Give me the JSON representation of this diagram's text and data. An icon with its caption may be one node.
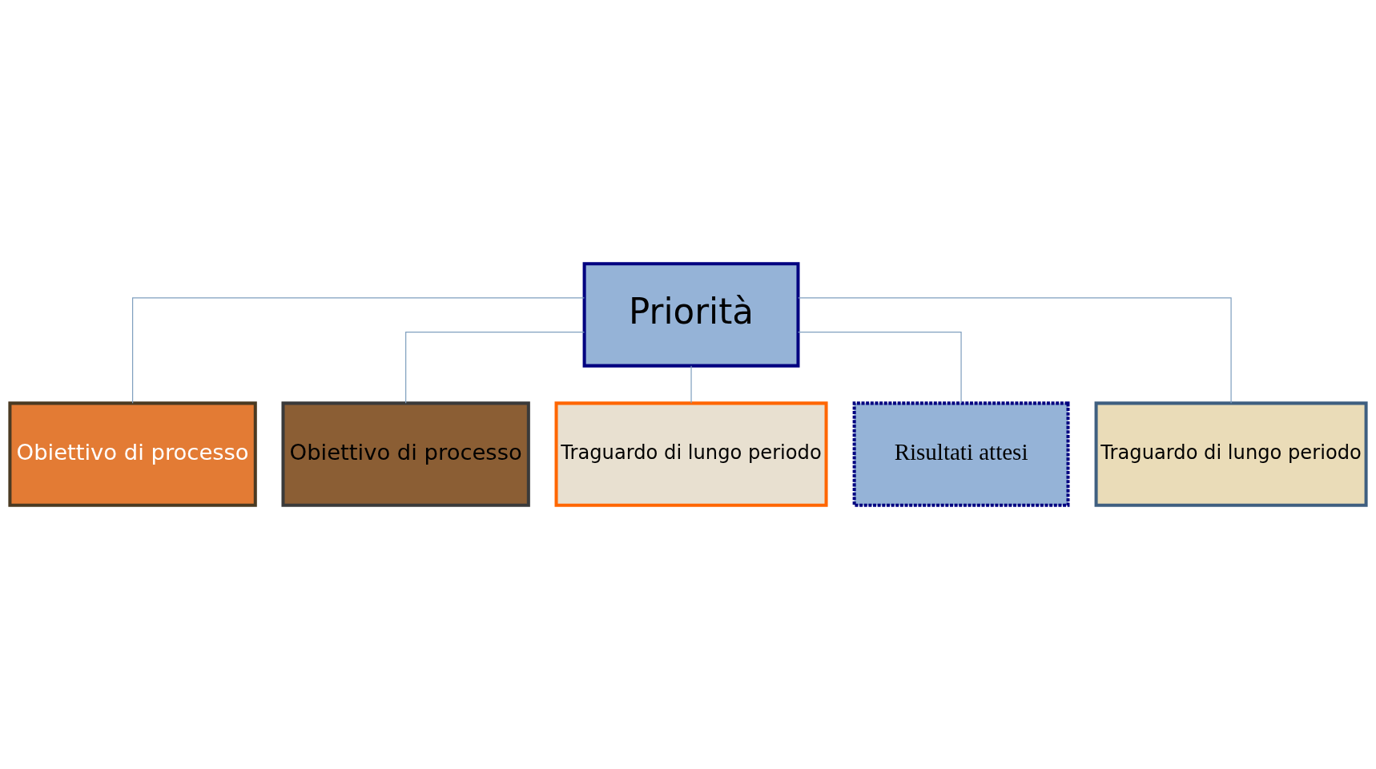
{
  "diagram": {
    "nodes": [
      {
        "text": [
          "Priorità"
        ]
      },
      {
        "text": [
          "Obiettivo di processo"
        ]
      },
      {
        "text": [
          "Obiettivo di processo"
        ]
      },
      {
        "text": [
          "Traguardo di lungo periodo"
        ]
      },
      {
        "text": [
          "Risultati attesi"
        ]
      },
      {
        "text": [
          "Traguardo di lungo periodo"
        ]
      }
    ],
    "edges": [
      {
        "from": 0,
        "to": 1,
        "arrow": "none"
      },
      {
        "from": 0,
        "to": 2,
        "arrow": "none"
      },
      {
        "from": 0,
        "to": 3,
        "arrow": "none"
      },
      {
        "from": 0,
        "to": 4,
        "arrow": "none"
      },
      {
        "from": 0,
        "to": 5,
        "arrow": "none"
      }
    ]
  }
}
